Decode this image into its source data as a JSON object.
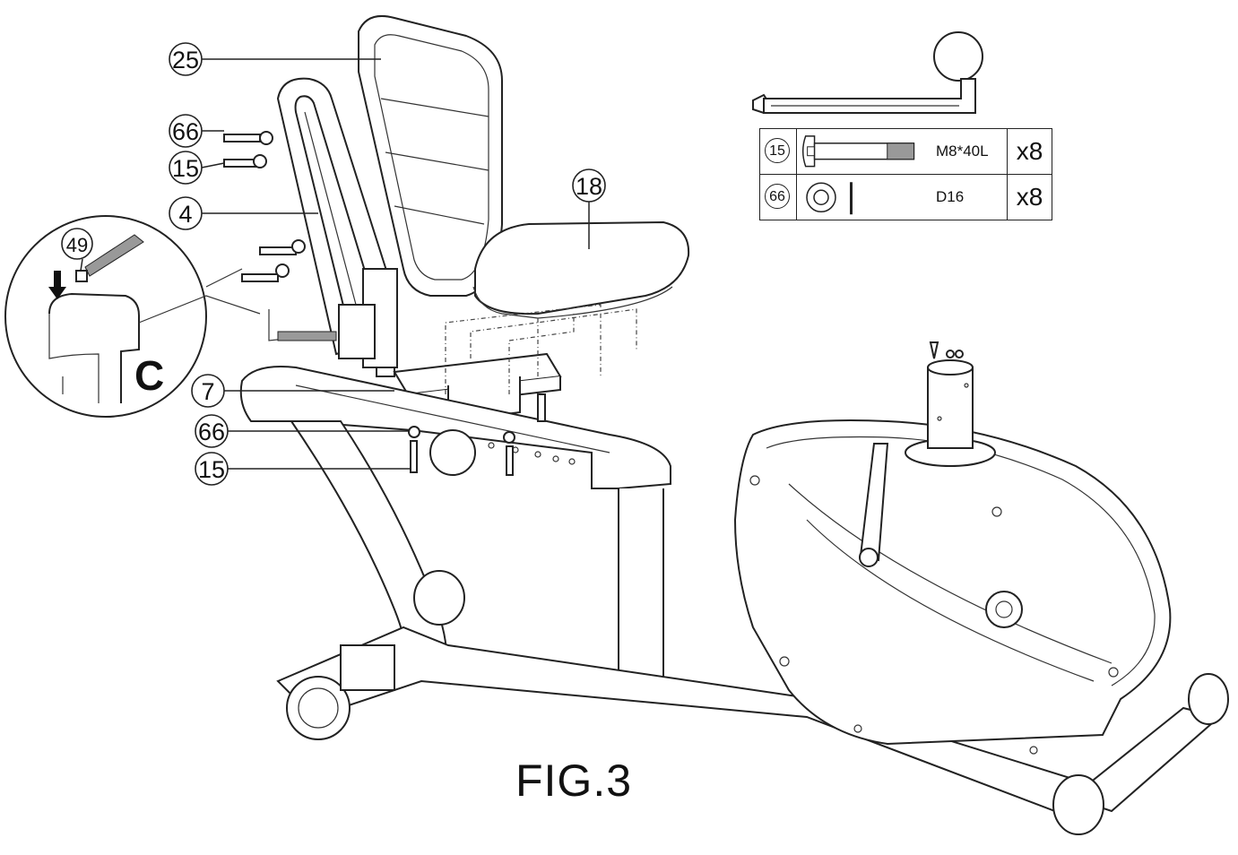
{
  "callouts": {
    "c25": "25",
    "c66a": "66",
    "c15a": "15",
    "c4": "4",
    "c49": "49",
    "c18": "18",
    "c7": "7",
    "c66b": "66",
    "c15b": "15"
  },
  "detail_label": "C",
  "parts_table": {
    "rows": [
      {
        "num": "15",
        "spec": "M8*40L",
        "qty": "x8",
        "icon": "bolt-icon"
      },
      {
        "num": "66",
        "spec": "D16",
        "qty": "x8",
        "icon": "washer-icon"
      }
    ]
  },
  "tool_icon": "allen-wrench-icon",
  "figure_label": "FIG.3"
}
